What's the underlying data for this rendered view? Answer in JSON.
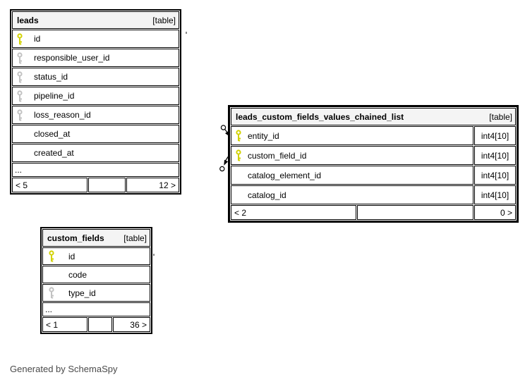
{
  "page": {
    "generated_by": "Generated by SchemaSpy"
  },
  "colors": {
    "primary_key": "#d2d200",
    "foreign_key": "#c2c2c2",
    "header_bg": "#f4f4f4",
    "border": "#000000",
    "generated_by_text": "#4a4a4a"
  },
  "tables": [
    {
      "name": "leads",
      "badge": "[table]",
      "focus": false,
      "columns": [
        {
          "name": "id",
          "key": "primary"
        },
        {
          "name": "responsible_user_id",
          "key": "foreign"
        },
        {
          "name": "status_id",
          "key": "foreign"
        },
        {
          "name": "pipeline_id",
          "key": "foreign"
        },
        {
          "name": "loss_reason_id",
          "key": "foreign"
        },
        {
          "name": "closed_at",
          "key": "none"
        },
        {
          "name": "created_at",
          "key": "none"
        }
      ],
      "truncated_marker": "...",
      "footer": {
        "left": "< 5",
        "middle": "",
        "right": "12 >"
      }
    },
    {
      "name": "leads_custom_fields_values_chained_list",
      "badge": "[table]",
      "focus": true,
      "columns": [
        {
          "name": "entity_id",
          "key": "primary",
          "type": "int4[10]"
        },
        {
          "name": "custom_field_id",
          "key": "primary",
          "type": "int4[10]"
        },
        {
          "name": "catalog_element_id",
          "key": "none",
          "type": "int4[10]"
        },
        {
          "name": "catalog_id",
          "key": "none",
          "type": "int4[10]"
        }
      ],
      "footer": {
        "left": "< 2",
        "middle": "",
        "right": "0 >"
      }
    },
    {
      "name": "custom_fields",
      "badge": "[table]",
      "focus": false,
      "columns": [
        {
          "name": "id",
          "key": "primary"
        },
        {
          "name": "code",
          "key": "none"
        },
        {
          "name": "type_id",
          "key": "foreign"
        }
      ],
      "truncated_marker": "...",
      "footer": {
        "left": "< 1",
        "middle": "",
        "right": "36 >"
      }
    }
  ],
  "connectors": [
    {
      "attached_to": "entity_id",
      "hidden_end": true
    },
    {
      "attached_to": "custom_field_id",
      "hidden_end": true
    }
  ]
}
